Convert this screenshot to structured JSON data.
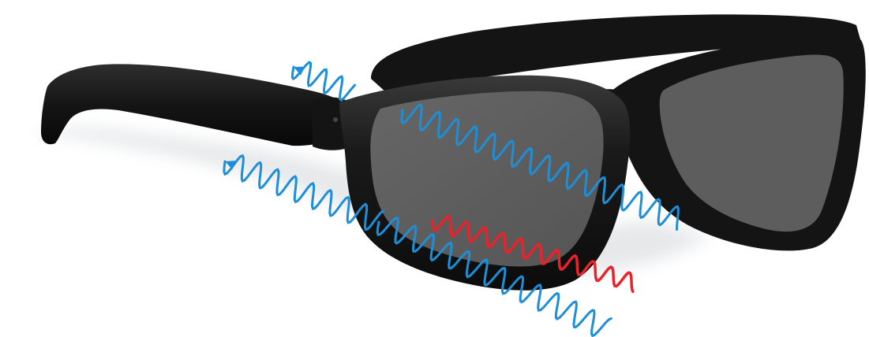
{
  "illustration": {
    "subject": "sunglasses-with-light-waves",
    "colors": {
      "background": "#ffffff",
      "frame": "#141414",
      "frame_highlight": "#3a3a3a",
      "lens": "#5d5d5d",
      "lens_inner": "#6b6b6b",
      "shadow": "#e6e8ea",
      "incoming_wave": "#1e8fd6",
      "transmitted_wave": "#1e8fd6",
      "reflected_wave": "#e8232a"
    },
    "waves": {
      "incoming": [
        {
          "name": "upper-incoming-wave",
          "color_key": "incoming_wave"
        },
        {
          "name": "lower-incoming-wave",
          "color_key": "incoming_wave"
        }
      ],
      "through_lens": [
        {
          "name": "upper-wave-through-lens",
          "color_key": "transmitted_wave"
        },
        {
          "name": "lower-wave-through-lens",
          "color_key": "transmitted_wave"
        }
      ],
      "reflected": [
        {
          "name": "reflected-red-wave",
          "color_key": "reflected_wave"
        }
      ]
    }
  }
}
